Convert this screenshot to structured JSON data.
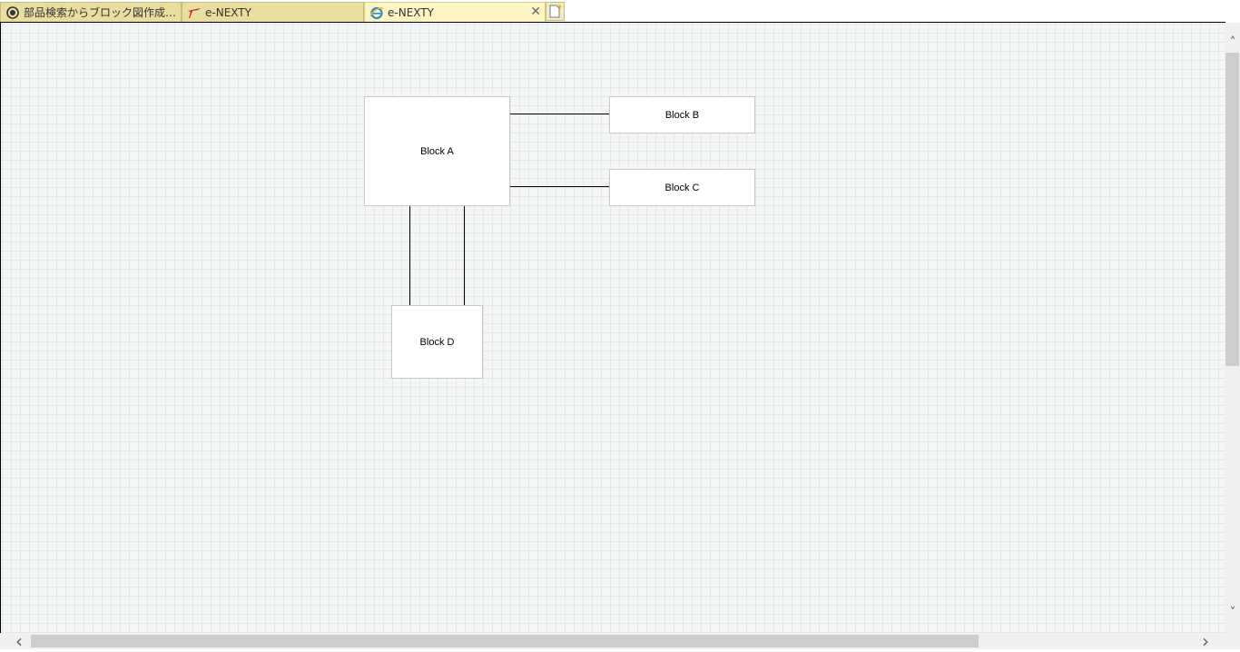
{
  "tabs": [
    {
      "label": "部品検索からブロック図作成まで...",
      "icon": "radio-circle-icon",
      "active": false
    },
    {
      "label": "e-NEXTY",
      "icon": "nexty-logo-icon",
      "active": false
    },
    {
      "label": "e-NEXTY",
      "icon": "ie-browser-icon",
      "active": true
    }
  ],
  "tab_close_glyph": "✕",
  "new_tab_icon": "new-tab-icon",
  "diagram": {
    "blocks": {
      "a": "Block A",
      "b": "Block B",
      "c": "Block C",
      "d": "Block D"
    },
    "connections": [
      [
        "Block A",
        "Block B"
      ],
      [
        "Block A",
        "Block C"
      ],
      [
        "Block A",
        "Block D"
      ],
      [
        "Block A",
        "Block D"
      ]
    ]
  },
  "scroll_glyphs": {
    "up": "˄",
    "down": "˅",
    "left": "‹",
    "right": "›"
  }
}
